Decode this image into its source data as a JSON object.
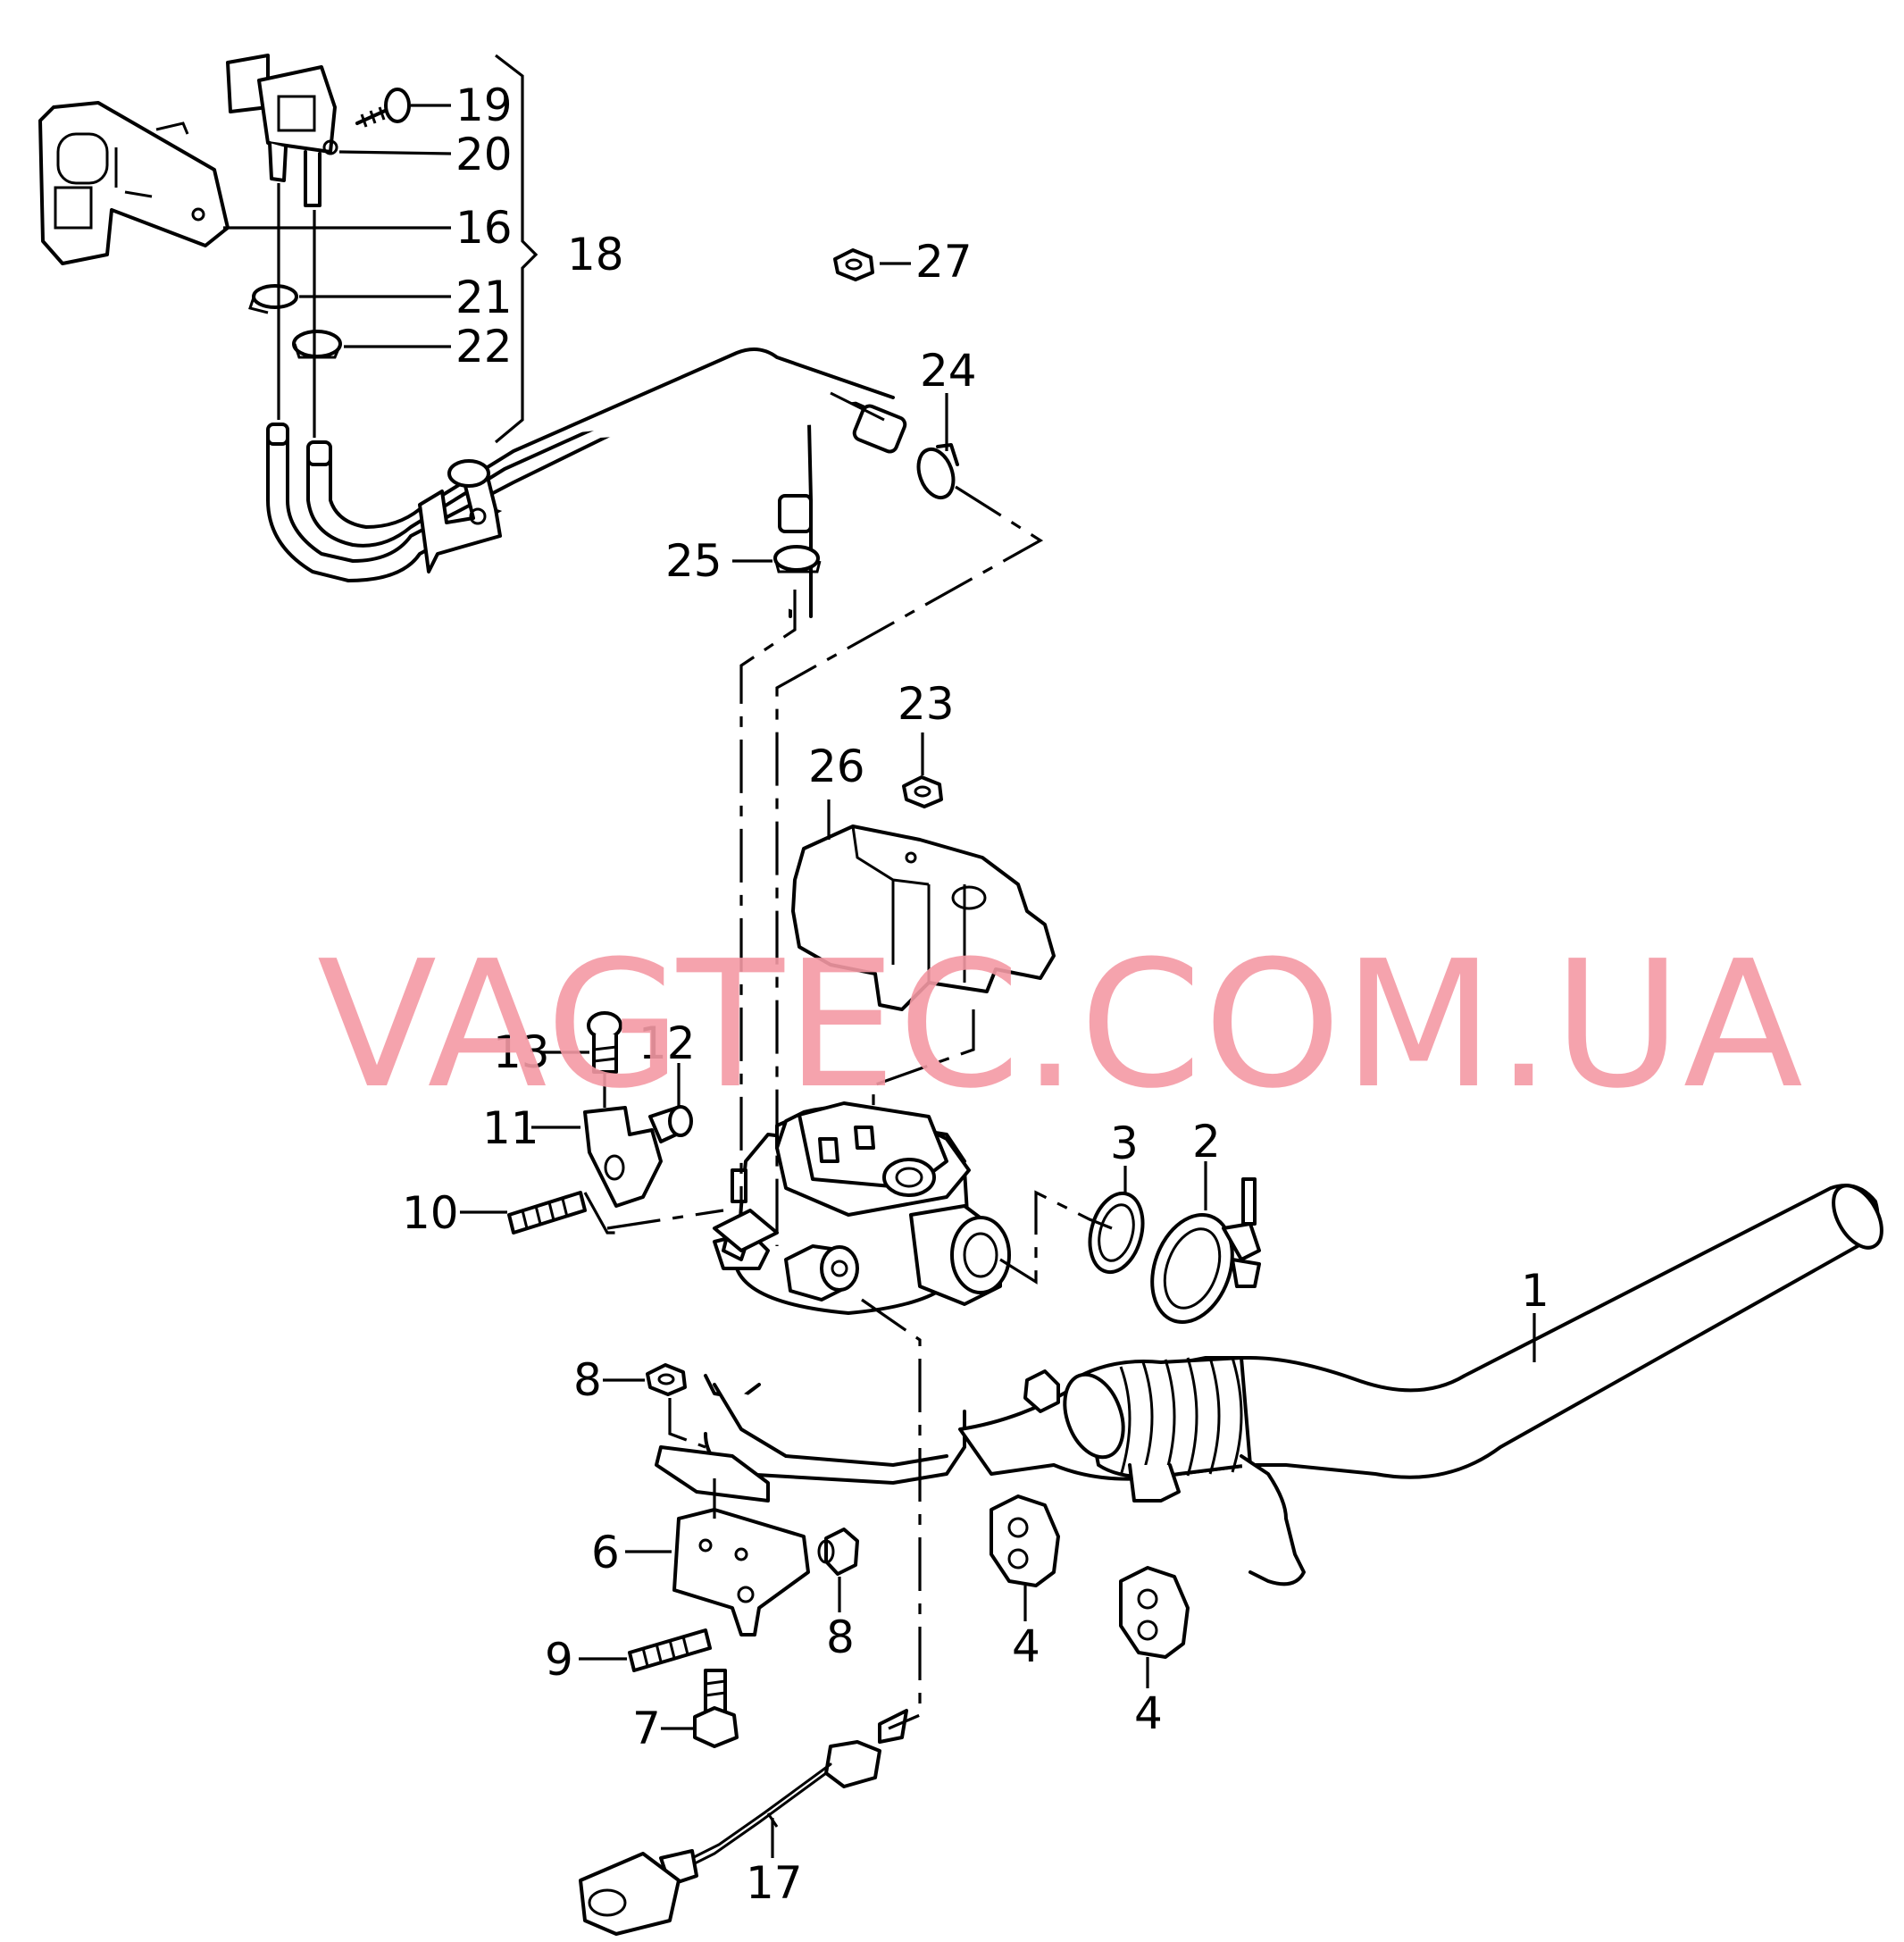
{
  "watermark": "VAGTEC.COM.UA",
  "callouts": {
    "c1": "1",
    "c2": "2",
    "c3": "3",
    "c4a": "4",
    "c4b": "4",
    "c6": "6",
    "c7": "7",
    "c8a": "8",
    "c8b": "8",
    "c9": "9",
    "c10": "10",
    "c11": "11",
    "c12": "12",
    "c13": "13",
    "c16": "16",
    "c17": "17",
    "c18": "18",
    "c19": "19",
    "c20": "20",
    "c21": "21",
    "c22": "22",
    "c23": "23",
    "c24": "24",
    "c25": "25",
    "c26": "26",
    "c27": "27"
  }
}
